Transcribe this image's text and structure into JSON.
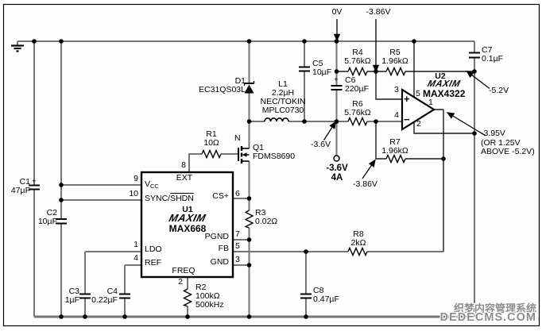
{
  "annotations": {
    "v0": "0V",
    "v386_top": "-3.86V",
    "v386_bottom": "-3.86V",
    "v36_node": "-3.6V",
    "v52": "-5.2V",
    "vout_line1": "-3.95V",
    "vout_line2": "(OR 1.25V",
    "vout_line3": "ABOVE -5.2V)",
    "output_v": "-3.6V",
    "output_i": "4A"
  },
  "components": {
    "c1": {
      "ref": "C1",
      "value": "47µF",
      "polarity": "+"
    },
    "c2": {
      "ref": "C2",
      "value": "10µF"
    },
    "c3": {
      "ref": "C3",
      "value": "1µF"
    },
    "c4": {
      "ref": "C4",
      "value": "0.22µF"
    },
    "c5": {
      "ref": "C5",
      "value": "10µF"
    },
    "c6": {
      "ref": "C6",
      "value": "220µF",
      "polarity": "+"
    },
    "c7": {
      "ref": "C7",
      "value": "0.1µF"
    },
    "c8": {
      "ref": "C8",
      "value": "0.47µF"
    },
    "r1": {
      "ref": "R1",
      "value": "10Ω"
    },
    "r2": {
      "ref": "R2",
      "value": "100kΩ",
      "freq": "500kHz"
    },
    "r3": {
      "ref": "R3",
      "value": "0.02Ω"
    },
    "r4": {
      "ref": "R4",
      "value": "5.76kΩ"
    },
    "r5": {
      "ref": "R5",
      "value": "1.96kΩ"
    },
    "r6": {
      "ref": "R6",
      "value": "5.76kΩ"
    },
    "r7": {
      "ref": "R7",
      "value": "1.96kΩ"
    },
    "r8": {
      "ref": "R8",
      "value": "2kΩ"
    },
    "l1": {
      "ref": "L1",
      "value": "2.2µH",
      "mfr": "NEC/TOKIN",
      "part": "MPLC0730"
    },
    "d1": {
      "ref": "D1",
      "part": "EC31QS03L"
    },
    "q1": {
      "ref": "Q1",
      "part": "FDMS8690",
      "channel": "N"
    }
  },
  "u1": {
    "ref": "U1",
    "brand": "MAXIM",
    "part": "MAX668",
    "pins": {
      "ext": {
        "num": "8",
        "name": "EXT"
      },
      "vcc": {
        "num": "9",
        "name_v": "V",
        "name_sub": "CC"
      },
      "sync": {
        "num": "10",
        "name_a": "SYNC/",
        "name_b": "SHDN"
      },
      "ldo": {
        "num": "1",
        "name": "LDO"
      },
      "ref": {
        "num": "4",
        "name": "REF"
      },
      "freq": {
        "num": "2",
        "name": "FREQ"
      },
      "cs": {
        "num": "6",
        "name": "CS+"
      },
      "pgnd": {
        "num": "7",
        "name": "PGND"
      },
      "fb": {
        "num": "5",
        "name": "FB"
      },
      "gnd": {
        "num": "3",
        "name": "GND"
      }
    }
  },
  "u2": {
    "ref": "U2",
    "brand": "MAXIM",
    "part": "MAX4322",
    "pins": {
      "out": "1",
      "vneg": "2",
      "inp": "3",
      "inn": "4",
      "vpos": "5"
    },
    "plus": "+",
    "minus": "−"
  },
  "watermark": {
    "line1": "织梦内容管理系统",
    "line2": "DEDECMS.COM"
  }
}
